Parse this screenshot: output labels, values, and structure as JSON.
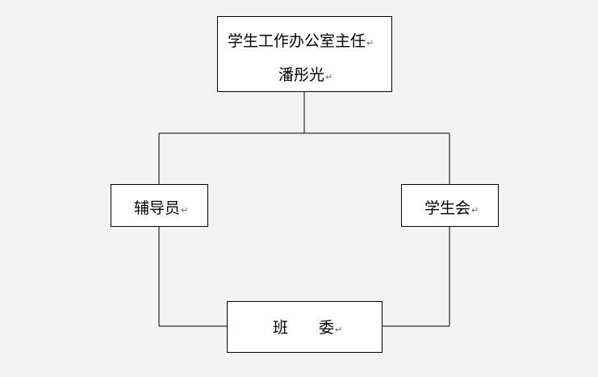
{
  "nodes": {
    "director": {
      "line1": "学生工作办公室主任",
      "line2": "潘彤光"
    },
    "counselor": {
      "label": "辅导员"
    },
    "student_union": {
      "label": "学生会"
    },
    "class_committee": {
      "label": "班　　委"
    }
  },
  "paragraph_mark": "↵",
  "colors": {
    "background": "#f3f3f3",
    "box_fill": "#ffffff",
    "line": "#000000"
  }
}
